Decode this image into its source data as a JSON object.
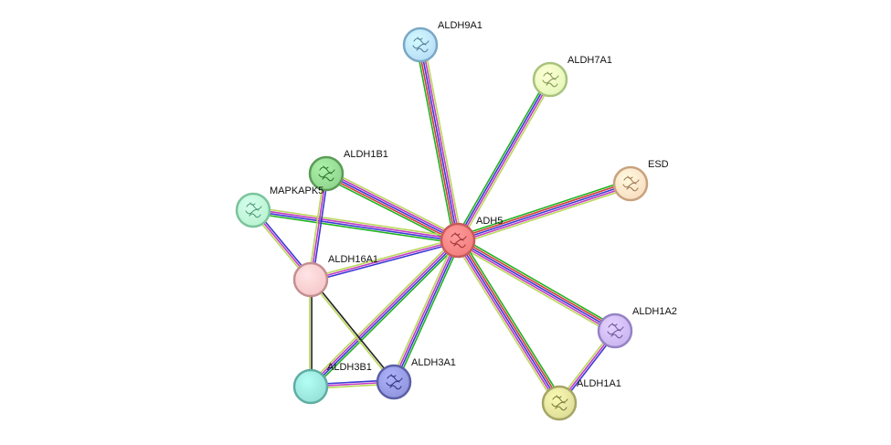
{
  "network": {
    "nodes": [
      {
        "id": "ADH5",
        "label": "ADH5",
        "fill": "#f27d7d",
        "stroke": "#c85a5a",
        "structure": true
      },
      {
        "id": "ALDH9A1",
        "label": "ALDH9A1",
        "fill": "#b6dcf7",
        "stroke": "#7aa8c4",
        "structure": true
      },
      {
        "id": "ALDH7A1",
        "label": "ALDH7A1",
        "fill": "#e4f7b8",
        "stroke": "#a9c27d",
        "structure": true
      },
      {
        "id": "ESD",
        "label": "ESD",
        "fill": "#f8dcc1",
        "stroke": "#c8a27d",
        "structure": true
      },
      {
        "id": "ALDH1B1",
        "label": "ALDH1B1",
        "fill": "#8fd48c",
        "stroke": "#5a9c57",
        "structure": true
      },
      {
        "id": "MAPKAPK5",
        "label": "MAPKAPK5",
        "fill": "#b8f1d0",
        "stroke": "#7ac49c",
        "structure": true
      },
      {
        "id": "ALDH16A1",
        "label": "ALDH16A1",
        "fill": "#f6c6c8",
        "stroke": "#c48f91",
        "structure": false
      },
      {
        "id": "ALDH1A2",
        "label": "ALDH1A2",
        "fill": "#c8b4f0",
        "stroke": "#9482c4",
        "structure": true
      },
      {
        "id": "ALDH1A1",
        "label": "ALDH1A1",
        "fill": "#dcdc96",
        "stroke": "#a5a564",
        "structure": true
      },
      {
        "id": "ALDH3B1",
        "label": "ALDH3B1",
        "fill": "#94e0d6",
        "stroke": "#5fada3",
        "structure": false
      },
      {
        "id": "ALDH3A1",
        "label": "ALDH3A1",
        "fill": "#8f94dc",
        "stroke": "#5a5fa5",
        "structure": true
      }
    ],
    "edges": [
      {
        "source": "ADH5",
        "target": "ALDH9A1",
        "colors": [
          "#1fb21f",
          "#d43a3a",
          "#3a3ad4",
          "#c23ac2",
          "#b9d85a"
        ]
      },
      {
        "source": "ADH5",
        "target": "ALDH7A1",
        "colors": [
          "#1fb21f",
          "#3a3ad4",
          "#c23ac2",
          "#b9d85a"
        ]
      },
      {
        "source": "ADH5",
        "target": "ESD",
        "colors": [
          "#1fb21f",
          "#d43a3a",
          "#3a3ad4",
          "#c23ac2",
          "#b9d85a"
        ]
      },
      {
        "source": "ADH5",
        "target": "ALDH1B1",
        "colors": [
          "#1fb21f",
          "#d43a3a",
          "#3a3ad4",
          "#c23ac2",
          "#b9d85a"
        ]
      },
      {
        "source": "ADH5",
        "target": "MAPKAPK5",
        "colors": [
          "#1fb21f",
          "#3a3ad4",
          "#c23ac2",
          "#b9d85a"
        ]
      },
      {
        "source": "ADH5",
        "target": "ALDH16A1",
        "colors": [
          "#3a3ad4",
          "#c23ac2",
          "#b9d85a"
        ]
      },
      {
        "source": "ADH5",
        "target": "ALDH1A2",
        "colors": [
          "#1fb21f",
          "#d43a3a",
          "#3a3ad4",
          "#c23ac2",
          "#b9d85a"
        ]
      },
      {
        "source": "ADH5",
        "target": "ALDH1A1",
        "colors": [
          "#1fb21f",
          "#d43a3a",
          "#3a3ad4",
          "#c23ac2",
          "#b9d85a"
        ]
      },
      {
        "source": "ADH5",
        "target": "ALDH3B1",
        "colors": [
          "#1fb21f",
          "#3a3ad4",
          "#c23ac2",
          "#b9d85a"
        ]
      },
      {
        "source": "ADH5",
        "target": "ALDH3A1",
        "colors": [
          "#1fb21f",
          "#3a3ad4",
          "#c23ac2",
          "#b9d85a"
        ]
      },
      {
        "source": "ALDH1B1",
        "target": "ALDH16A1",
        "colors": [
          "#3a3ad4",
          "#c23ac2",
          "#b9d85a"
        ]
      },
      {
        "source": "MAPKAPK5",
        "target": "ALDH16A1",
        "colors": [
          "#3a3ad4",
          "#c23ac2",
          "#b9d85a"
        ]
      },
      {
        "source": "ALDH16A1",
        "target": "ALDH3B1",
        "colors": [
          "#222222",
          "#b9d85a"
        ]
      },
      {
        "source": "ALDH16A1",
        "target": "ALDH3A1",
        "colors": [
          "#222222",
          "#b9d85a"
        ]
      },
      {
        "source": "ALDH3B1",
        "target": "ALDH3A1",
        "colors": [
          "#3a3ad4",
          "#c23ac2",
          "#b9d85a"
        ]
      },
      {
        "source": "ALDH1A2",
        "target": "ALDH1A1",
        "colors": [
          "#3a3ad4",
          "#c23ac2",
          "#b9d85a"
        ]
      }
    ]
  }
}
